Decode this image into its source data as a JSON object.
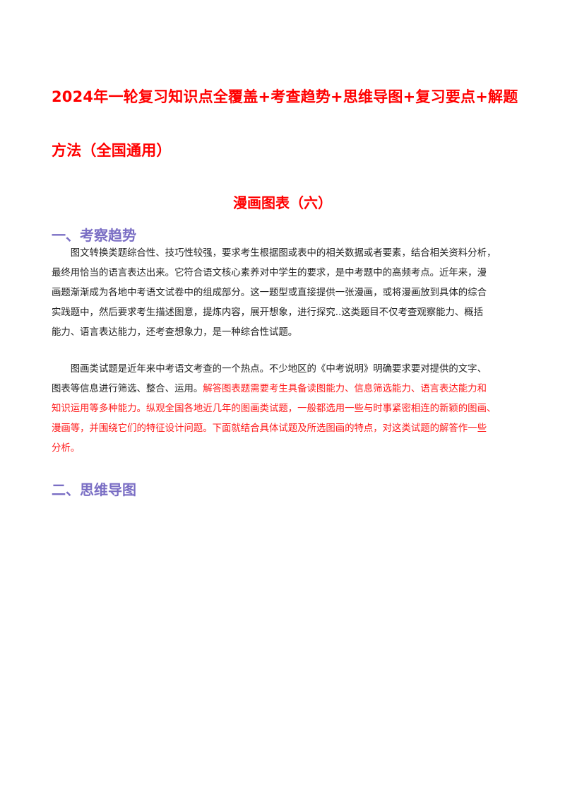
{
  "title": {
    "line1": "2024年一轮复习知识点全覆盖+考查趋势+思维导图+复习要点+解题",
    "line2": "方法（全国通用）"
  },
  "subtitle": "漫画图表（六）",
  "section1": {
    "heading": "一、考察趋势",
    "para1": [
      "　　图文转换类题综合性、技巧性较强，要求考生根据图或表中的相关数据或者要素，结合相关资料分析，",
      "最终用恰当的语言表达出来。它符合语文核心素养对中学生的要求，是中考题中的高频考点。近年来，漫",
      "画题渐渐成为各地中考语文试卷中的组成部分。这一题型或直接提供一张漫画，或将漫画放到具体的综合",
      "实践题中，然后要求考生描述图意，提炼内容，展开想象，进行探究..这类题目不仅考查观察能力、概括",
      "能力、语言表达能力，还考查想象力，是一种综合性试题。"
    ],
    "para2": {
      "line1": "　　图画类试题是近年来中考语文考查的一个热点。不少地区的《中考说明》明确要求要对提供的文字、",
      "line2_black": "图表等信息进行筛选、整合、运用。",
      "line2_red": "解答图表题需要考生具备读图能力、信息筛选能力、语言表达能力和",
      "red_lines": [
        "知识运用等多种能力。纵观全国各地近几年的图画类试题，一般都选用一些与时事紧密相连的新颖的图画、",
        "漫画等，并围绕它们的特征设计问题。下面就结合具体试题及所选图画的特点，对这类试题的解答作一些",
        "分析。"
      ]
    }
  },
  "section2": {
    "heading": "二、思维导图"
  },
  "colors": {
    "title_red": "#ff0000",
    "heading_purple": "#7a6ec4",
    "body_text": "#222222",
    "highlight_red": "#ff1a1a"
  }
}
